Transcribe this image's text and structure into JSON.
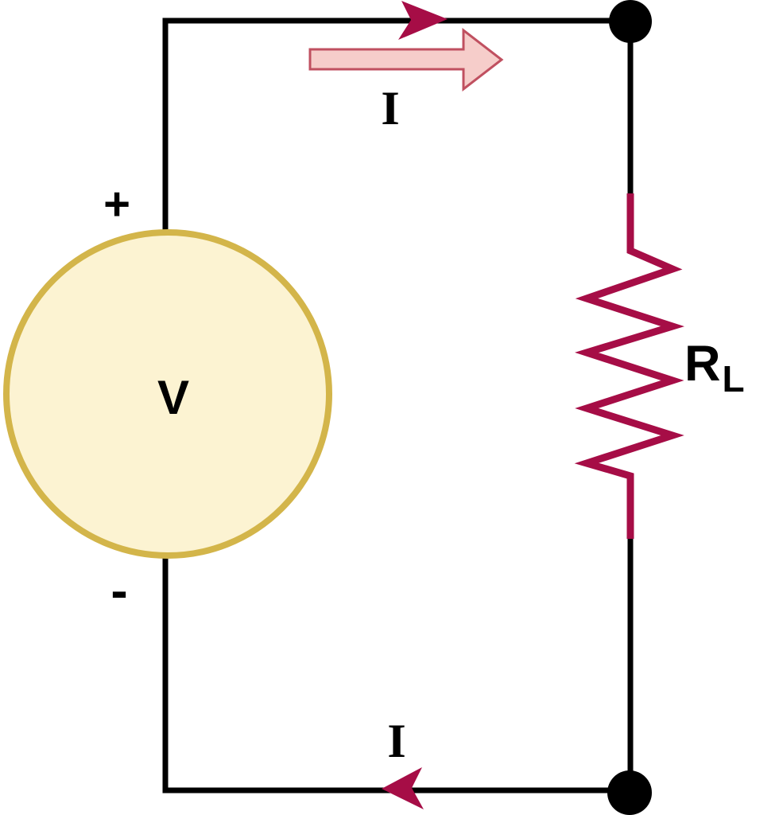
{
  "labels": {
    "voltage_source": "V",
    "polarity_plus": "+",
    "polarity_minus": "-",
    "current_top": "I",
    "current_bottom": "I",
    "resistor_main": "R",
    "resistor_sub": "L"
  },
  "colors": {
    "background": "#ffffff",
    "wire": "#000000",
    "text": "#000000",
    "resistor_stroke": "#a60d46",
    "arrowhead": "#a60d46",
    "source_fill": "#fcf3d2",
    "source_stroke": "#d3b54a",
    "current_arrow_fill": "#f6cdca",
    "current_arrow_stroke": "#c05060"
  }
}
